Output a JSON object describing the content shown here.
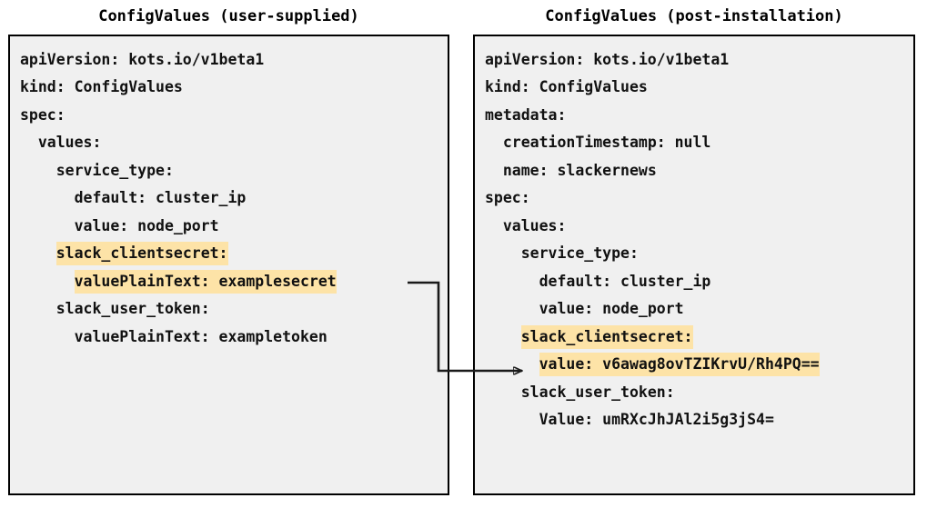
{
  "panels": {
    "left": {
      "title": "ConfigValues (user-supplied)",
      "lines": [
        {
          "text": "apiVersion: kots.io/v1beta1",
          "highlight": false
        },
        {
          "text": "kind: ConfigValues",
          "highlight": false
        },
        {
          "text": "spec:",
          "highlight": false
        },
        {
          "text": "  values:",
          "highlight": false
        },
        {
          "text": "    service_type:",
          "highlight": false
        },
        {
          "text": "      default: cluster_ip",
          "highlight": false
        },
        {
          "text": "      value: node_port",
          "highlight": false
        },
        {
          "text": "    slack_clientsecret:",
          "highlight": true
        },
        {
          "text": "      valuePlainText: examplesecret",
          "highlight": true
        },
        {
          "text": "    slack_user_token:",
          "highlight": false
        },
        {
          "text": "      valuePlainText: exampletoken",
          "highlight": false
        }
      ]
    },
    "right": {
      "title": "ConfigValues (post-installation)",
      "lines": [
        {
          "text": "apiVersion: kots.io/v1beta1",
          "highlight": false
        },
        {
          "text": "kind: ConfigValues",
          "highlight": false
        },
        {
          "text": "metadata:",
          "highlight": false
        },
        {
          "text": "  creationTimestamp: null",
          "highlight": false
        },
        {
          "text": "  name: slackernews",
          "highlight": false
        },
        {
          "text": "spec:",
          "highlight": false
        },
        {
          "text": "  values:",
          "highlight": false
        },
        {
          "text": "    service_type:",
          "highlight": false
        },
        {
          "text": "      default: cluster_ip",
          "highlight": false
        },
        {
          "text": "      value: node_port",
          "highlight": false
        },
        {
          "text": "    slack_clientsecret:",
          "highlight": true
        },
        {
          "text": "      value: v6awag8ovTZIKrvU/Rh4PQ==",
          "highlight": true
        },
        {
          "text": "    slack_user_token:",
          "highlight": false
        },
        {
          "text": "      Value: umRXcJhJAl2i5g3jS4=",
          "highlight": false
        }
      ]
    }
  },
  "connector": {
    "description": "arrow-from-valuePlainText-examplesecret-to-encoded-value",
    "color": "#1a1a1a"
  },
  "colors": {
    "highlight": "#fde3a7",
    "box_background": "#f0f0f0",
    "box_border": "#000000",
    "text": "#111111",
    "page_background": "#ffffff"
  }
}
